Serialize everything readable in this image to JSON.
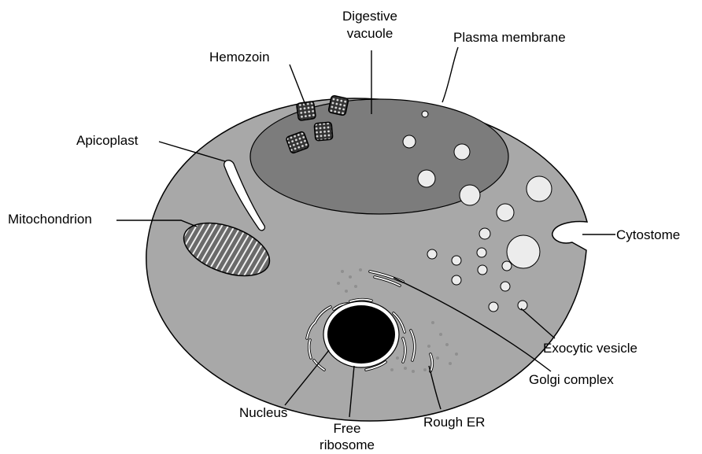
{
  "labels": {
    "digestive_vacuole_line1": "Digestive",
    "digestive_vacuole_line2": "vacuole",
    "plasma_membrane": "Plasma membrane",
    "hemozoin": "Hemozoin",
    "apicoplast": "Apicoplast",
    "mitochondrion": "Mitochondrion",
    "cytostome": "Cytostome",
    "exocytic_vesicle": "Exocytic vesicle",
    "golgi_complex": "Golgi complex",
    "nucleus": "Nucleus",
    "free_ribosome_line1": "Free",
    "free_ribosome_line2": "ribosome",
    "rough_er": "Rough ER"
  },
  "colors": {
    "cell_fill": "#a8a8a8",
    "vacuole_fill": "#7c7c7c",
    "mitochondrion_fill": "#6a6a6a",
    "nucleus_fill": "#000000",
    "vesicle_fill": "#ececec",
    "outline": "#000000"
  }
}
